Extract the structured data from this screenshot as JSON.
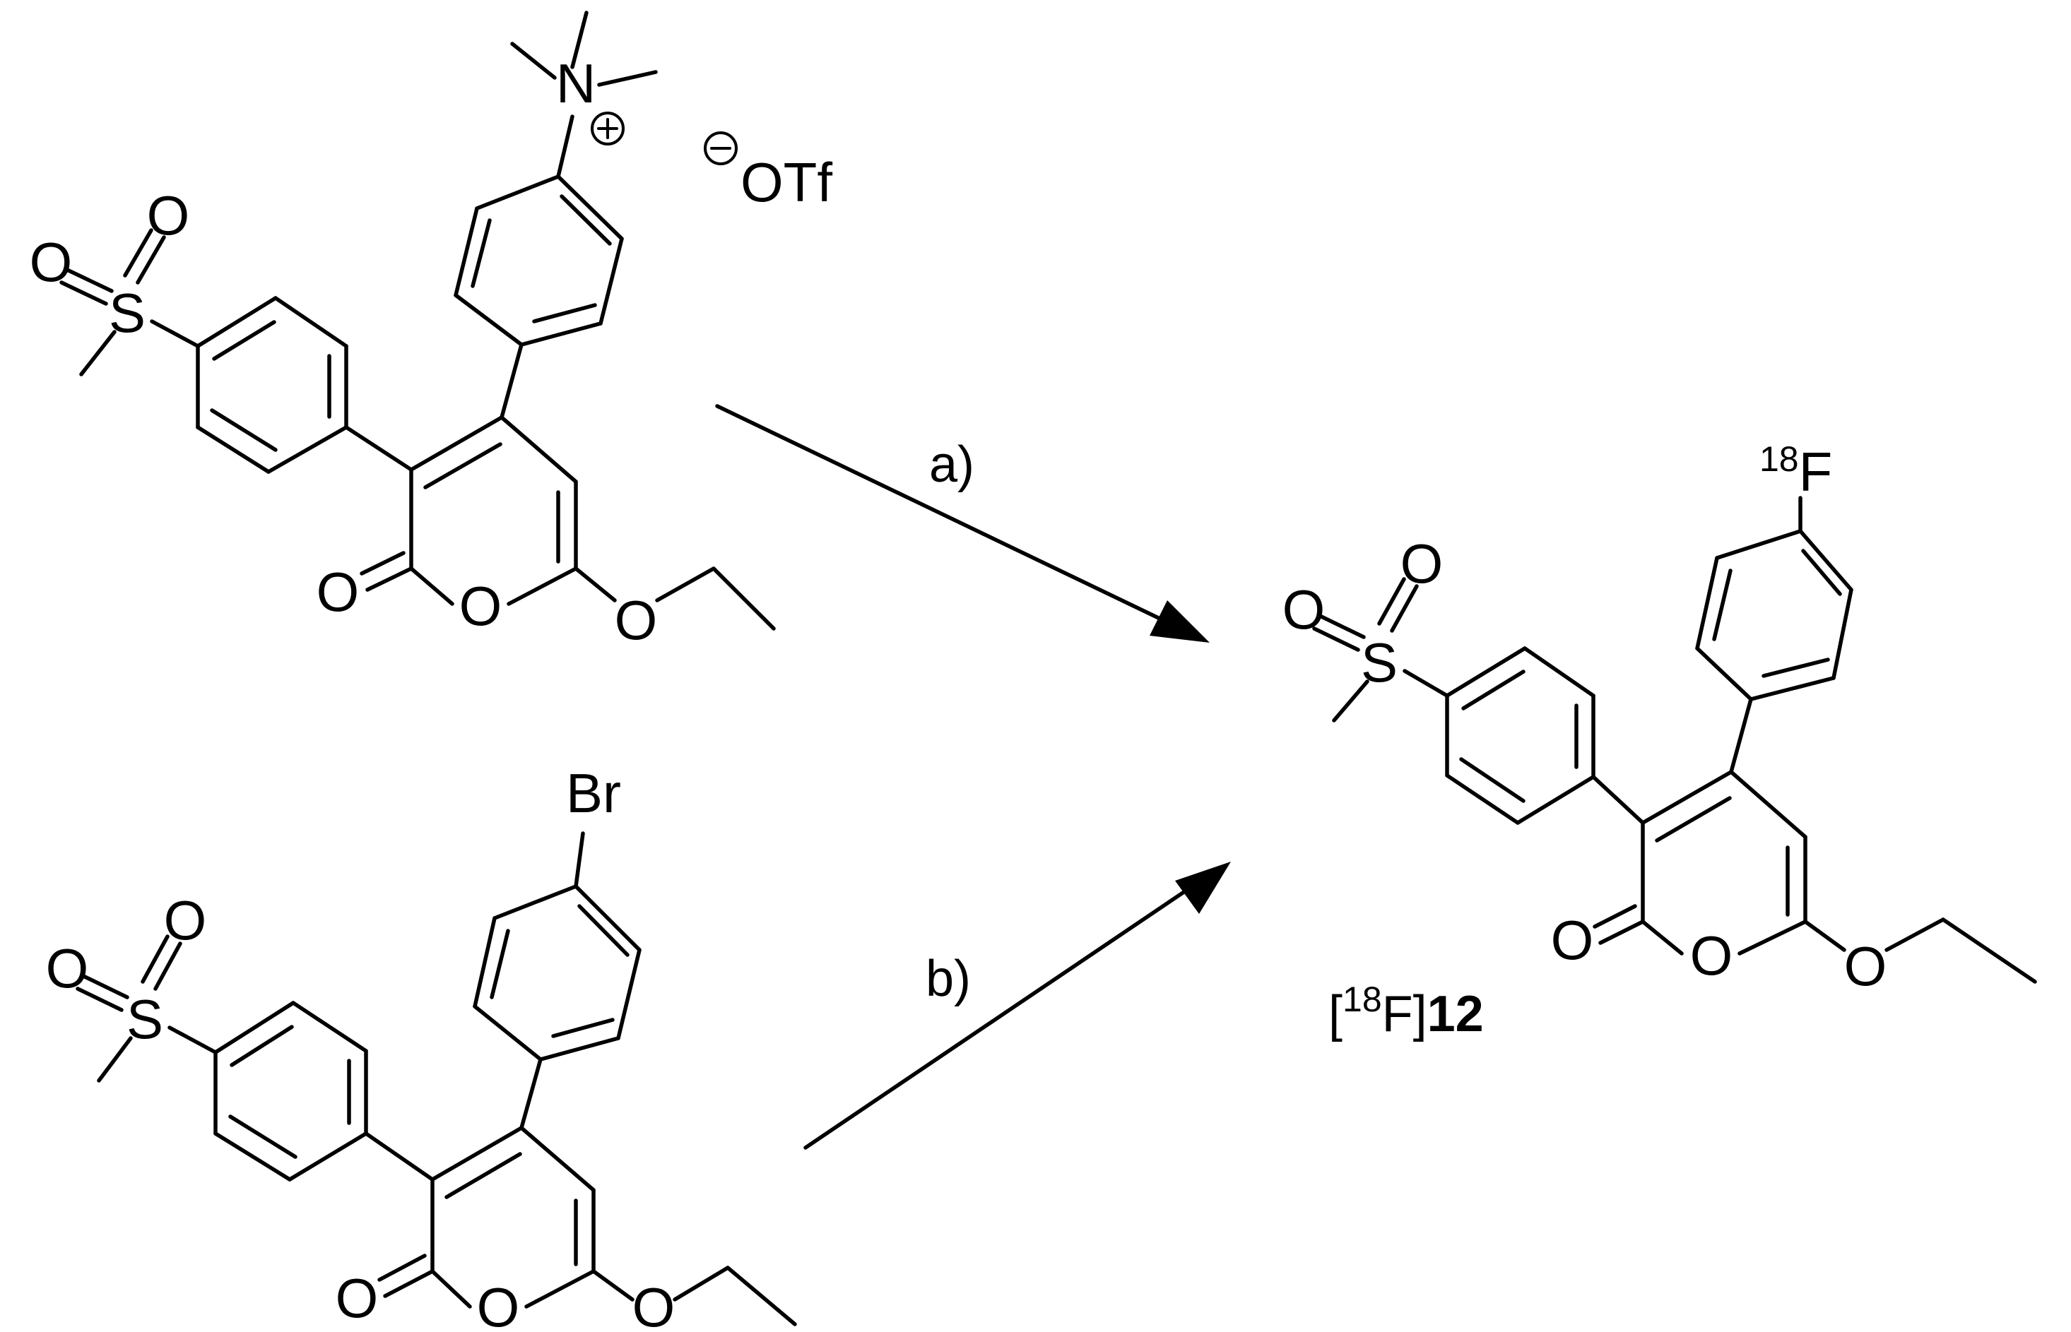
{
  "reactant_ammonium": {
    "atoms": {
      "sulfur": "S",
      "oxo_1": "O",
      "oxo_2": "O",
      "lactone_carbonyl_o": "O",
      "ring_o": "O",
      "ethoxy_o": "O",
      "nitrogen": "N"
    },
    "counterion": "OTf"
  },
  "reactant_bromide": {
    "atoms": {
      "sulfur": "S",
      "oxo_1": "O",
      "oxo_2": "O",
      "lactone_carbonyl_o": "O",
      "ring_o": "O",
      "ethoxy_o": "O",
      "halogen": "Br"
    }
  },
  "product": {
    "atoms": {
      "sulfur": "S",
      "oxo_1": "O",
      "oxo_2": "O",
      "lactone_carbonyl_o": "O",
      "ring_o": "O",
      "ethoxy_o": "O"
    },
    "fluorine_mass_number": "18",
    "fluorine_symbol": "F",
    "name_open_bracket": "[",
    "name_mass_number": "18",
    "name_element_close": "F]",
    "name_number": "12"
  },
  "arrows": {
    "a_label": "a)",
    "b_label": "b)"
  }
}
